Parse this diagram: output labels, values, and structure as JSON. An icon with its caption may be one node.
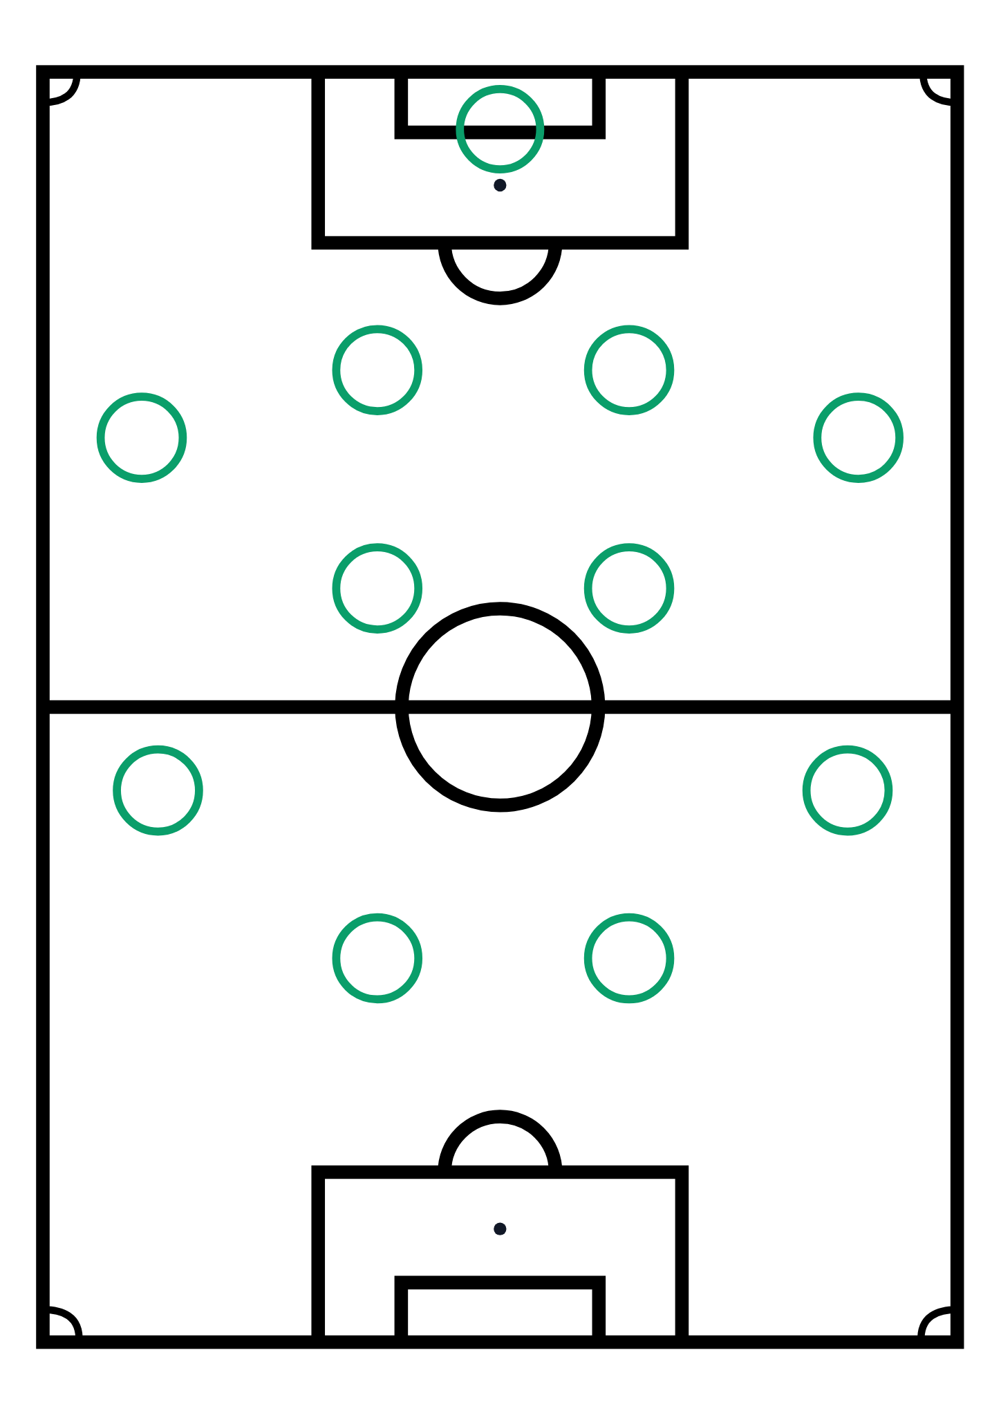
{
  "diagram": {
    "nodes": [
      {
        "text": [],
        "shape": "circle"
      },
      {
        "text": [],
        "shape": "circle"
      },
      {
        "text": [],
        "shape": "circle"
      },
      {
        "text": [],
        "shape": "circle"
      },
      {
        "text": [],
        "shape": "circle"
      },
      {
        "text": [],
        "shape": "circle"
      },
      {
        "text": [],
        "shape": "circle"
      },
      {
        "text": [],
        "shape": "circle"
      },
      {
        "text": [],
        "shape": "circle"
      },
      {
        "text": [],
        "shape": "circle"
      },
      {
        "text": [],
        "shape": "circle"
      }
    ]
  }
}
